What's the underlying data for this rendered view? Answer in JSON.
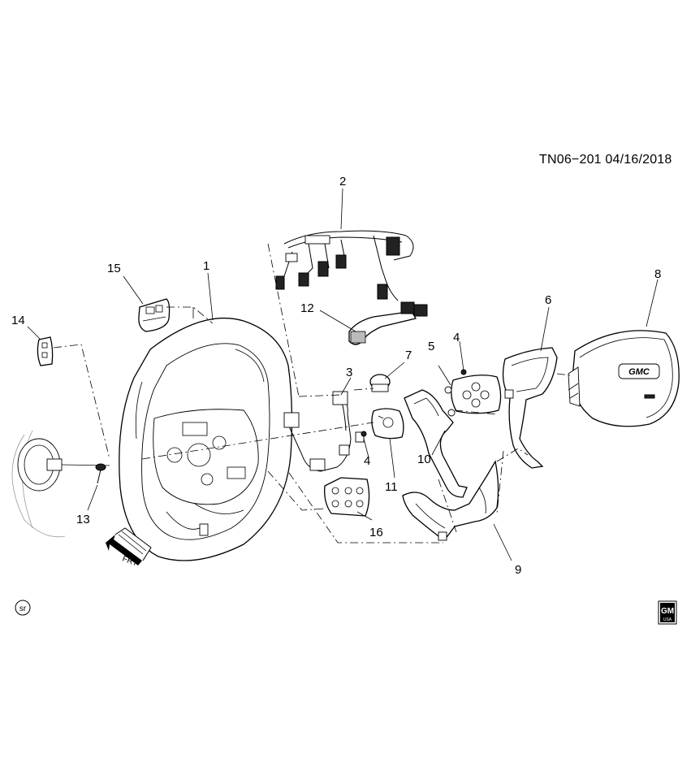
{
  "header": {
    "doc_id": "TN06−201  04/16/2018"
  },
  "callouts": {
    "c1": "1",
    "c2": "2",
    "c3": "3",
    "c4a": "4",
    "c4b": "4",
    "c5": "5",
    "c6": "6",
    "c7": "7",
    "c8": "8",
    "c9": "9",
    "c10": "10",
    "c11": "11",
    "c12": "12",
    "c13": "13",
    "c14": "14",
    "c15": "15",
    "c16": "16"
  },
  "arrow": {
    "label": "FRT"
  },
  "badges": {
    "sr": "sr",
    "gm_top": "GM",
    "gm_bottom": "USA"
  },
  "airbag": {
    "logo": "GMC"
  }
}
